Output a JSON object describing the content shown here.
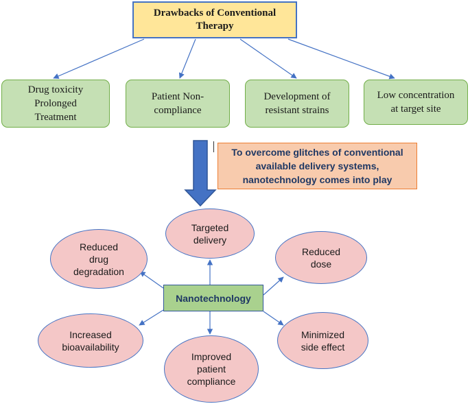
{
  "root": {
    "line1": "Drawbacks of Conventional",
    "line2": "Therapy"
  },
  "drawbacks": [
    {
      "lines": [
        "Drug toxicity",
        "Prolonged",
        "Treatment"
      ]
    },
    {
      "lines": [
        "Patient Non-",
        "compliance"
      ]
    },
    {
      "lines": [
        "Development of",
        "resistant strains"
      ]
    },
    {
      "lines": [
        "Low concentration",
        "at target site"
      ]
    }
  ],
  "note": {
    "lines": [
      "To overcome glitches of conventional",
      "available delivery systems,",
      "nanotechnology  comes into play"
    ]
  },
  "center": {
    "label": "Nanotechnology"
  },
  "benefits": {
    "targeted_delivery": [
      "Targeted",
      "delivery"
    ],
    "reduced_degradation": [
      "Reduced",
      "drug",
      "degradation"
    ],
    "reduced_dose": [
      "Reduced",
      "dose"
    ],
    "increased_bioavailability": [
      "Increased",
      "bioavailability"
    ],
    "improved_compliance": [
      "Improved",
      "patient",
      "compliance"
    ],
    "minimized_side_effect": [
      "Minimized",
      "side effect"
    ]
  },
  "colors": {
    "root_fill": "#ffe699",
    "drawback_fill": "#c5e0b4",
    "note_fill": "#f8cbad",
    "center_fill": "#a9d18e",
    "benefit_fill": "#f4c7c7",
    "arrow": "#4472c4"
  }
}
